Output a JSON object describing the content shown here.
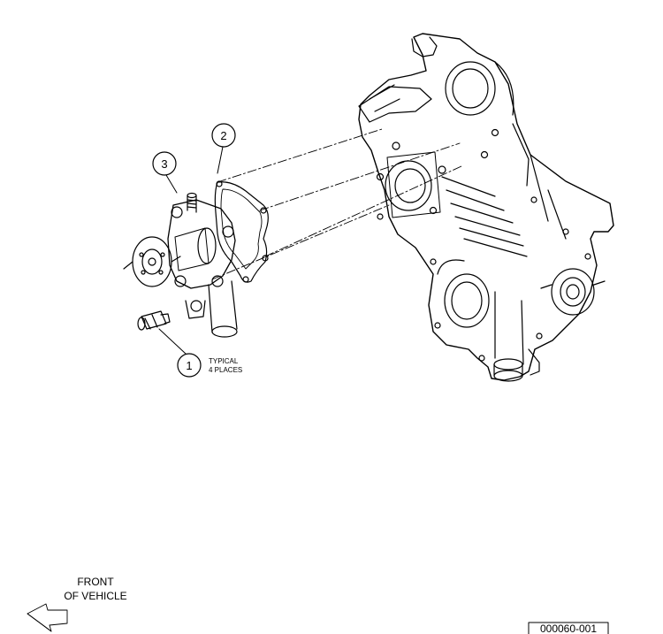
{
  "callouts": [
    {
      "number": "1",
      "note_line1": "TYPICAL",
      "note_line2": "4 PLACES"
    },
    {
      "number": "2"
    },
    {
      "number": "3"
    }
  ],
  "front_label": {
    "line1": "FRONT",
    "line2": "OF VEHICLE"
  },
  "figure_id": "000060-001",
  "colors": {
    "line": "#000000",
    "background": "#ffffff"
  }
}
